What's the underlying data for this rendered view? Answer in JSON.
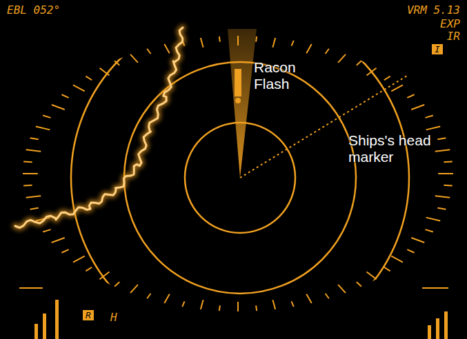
{
  "diagram": {
    "nodes": [
      {
        "text": [
          "I"
        ]
      },
      {
        "text": [
          "R"
        ]
      }
    ],
    "labels": [
      "EBL 052°",
      "VRM 5.13",
      "EXP",
      "IR",
      "Racon Flash",
      "Ships's head marker",
      "H"
    ]
  }
}
